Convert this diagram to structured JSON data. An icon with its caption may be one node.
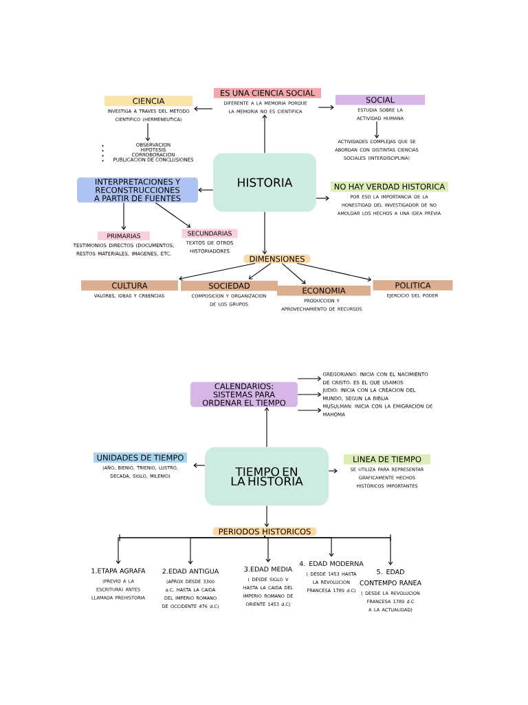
{
  "diagram": {
    "nodes": [
      {
        "text": [
          "HISTORIA"
        ]
      },
      {
        "text": [
          "ES UNA CIENCIA SOCIAL",
          "DIFERENTE A LA MEMORIA PORQUE LA MEMORIA NO ES CIENTIFICA"
        ]
      },
      {
        "text": [
          "CIENCIA",
          "INVESTIGA A TRAVES DEL METODO CIENTIFICO (HERMENEUTICA)"
        ]
      },
      {
        "text": [
          "OBSERVACION",
          "HIPOTESIS",
          "CORROBORACION",
          "PUBLICACION DE CONCLUSIONES"
        ]
      },
      {
        "text": [
          "SOCIAL",
          "ESTUDIA SOBRE LA ACTIVIDAD HUMANA"
        ]
      },
      {
        "text": [
          "ACTIVIDADES COMPLEJAS QUE SE ABORDAN CON DISTINTAS CIENCIAS SOCIALES (INTERDISCIPLINA)"
        ]
      },
      {
        "text": [
          "INTERPRETACIONES Y RECONSTRUCCIONES A PARTIR DE FUENTES"
        ]
      },
      {
        "text": [
          "NO HAY VERDAD HISTORICA",
          "POR ESO LA IMPORTANCIA DE LA HONESTIDAD DEL INVESTIGADOR DE NO AMOLDAR LOS HECHOS A UNA IDEA PREVIA"
        ]
      },
      {
        "text": [
          "PRIMARIAS",
          "TESTIMONIOS DIRECTOS (DOCUMENTOS, RESTOS MATERIALES, IMAGENES, ETC."
        ]
      },
      {
        "text": [
          "SECUNDARIAS",
          "TEXTOS DE OTROS HISTORIADORES"
        ]
      },
      {
        "text": [
          "DIMENSIONES"
        ]
      },
      {
        "text": [
          "CULTURA",
          "VALORES, IDEAS Y CREENCIAS"
        ]
      },
      {
        "text": [
          "SOCIEDAD",
          "COMPOSICION Y ORGANIZACION DE LOS GRUPOS"
        ]
      },
      {
        "text": [
          "ECONOMIA",
          "PRODUCCION Y APROVECHAMIENTO DE RECURSOS"
        ]
      },
      {
        "text": [
          "POLITICA",
          "EJERCICIO DEL PODER"
        ]
      },
      {
        "text": [
          "TIEMPO EN LA HISTORIA"
        ]
      },
      {
        "text": [
          "CALENDARIOS: SISTEMAS PARA ORDENAR EL TIEMPO"
        ]
      },
      {
        "text": [
          "GREGORIANO: INICIA CON EL NACIMIENTO DE CRISTO. ES EL QUE USAMOS"
        ]
      },
      {
        "text": [
          "JUDIO: INICIA CON LA CREACION DEL MUNDO, SEGUN LA BIBLIA"
        ]
      },
      {
        "text": [
          "MUSULMAN: INICIA CON LA EMIGRACION DE MAHOMA"
        ]
      },
      {
        "text": [
          "UNIDADES DE TIEMPO",
          "(AÑO, BIENIO, TRIENIO, LUSTRO, DECADA, SIGLO, MILENIO)"
        ]
      },
      {
        "text": [
          "LINEA DE TIEMPO",
          "SE UTILIZA PARA REPRESENTAR GRAFICAMENTE HECHOS HISTÓRICOS IMPORTANTES"
        ]
      },
      {
        "text": [
          "PERIODOS HISTORICOS"
        ]
      },
      {
        "text": [
          "1.ETAPA AGRAFA",
          "(PREVIO A LA ESCRITURA) ANTES LLAMADA PREHISTORIA"
        ]
      },
      {
        "text": [
          "2.EDAD ANTIGUA",
          "(APROX DESDE 3300 a.C. HASTA LA CAIDA DEL IMPERIO ROMANO DE OCCIDENTE 476 d.C)"
        ]
      },
      {
        "text": [
          "3.EDAD MEDIA",
          "( DESDE SIGLO V HASTA LA CAIDA DEL IMPERIO ROMANO DE ORIENTE 1453 d.C)"
        ]
      },
      {
        "text": [
          "4. EDAD MODERNA",
          "( DESDE 1453 HASTA LA REVOLUCION FRANCESA 1789 d.C)"
        ]
      },
      {
        "text": [
          "5. EDAD CONTEMPO RANEA",
          "( DESDE LA REVOLUCION FRANCESA 1789 d.C A LA ACTUALIDAD)"
        ]
      }
    ],
    "edges": [
      {
        "from": 0,
        "to": 1,
        "arrow": "to"
      },
      {
        "from": 1,
        "to": 2,
        "arrow": "to"
      },
      {
        "from": 1,
        "to": 4,
        "arrow": "to"
      },
      {
        "from": 2,
        "to": 3,
        "arrow": "to"
      },
      {
        "from": 4,
        "to": 5,
        "arrow": "to"
      },
      {
        "from": 0,
        "to": 6,
        "arrow": "to"
      },
      {
        "from": 0,
        "to": 7,
        "arrow": "to"
      },
      {
        "from": 6,
        "to": 8,
        "arrow": "to"
      },
      {
        "from": 6,
        "to": 9,
        "arrow": "to"
      },
      {
        "from": 0,
        "to": 10,
        "arrow": "to"
      },
      {
        "from": 10,
        "to": 11,
        "arrow": "to"
      },
      {
        "from": 10,
        "to": 12,
        "arrow": "to"
      },
      {
        "from": 10,
        "to": 13,
        "arrow": "to"
      },
      {
        "from": 10,
        "to": 14,
        "arrow": "to"
      },
      {
        "from": 15,
        "to": 16,
        "arrow": "to"
      },
      {
        "from": 16,
        "to": 17,
        "arrow": "to"
      },
      {
        "from": 16,
        "to": 18,
        "arrow": "to"
      },
      {
        "from": 16,
        "to": 19,
        "arrow": "to"
      },
      {
        "from": 15,
        "to": 20,
        "arrow": "to"
      },
      {
        "from": 15,
        "to": 21,
        "arrow": "to"
      },
      {
        "from": 15,
        "to": 22,
        "arrow": "to"
      },
      {
        "from": 22,
        "to": 23,
        "arrow": "to"
      },
      {
        "from": 22,
        "to": 24,
        "arrow": "to"
      },
      {
        "from": 22,
        "to": 25,
        "arrow": "to"
      },
      {
        "from": 22,
        "to": 26,
        "arrow": "to"
      },
      {
        "from": 22,
        "to": 27,
        "arrow": "to"
      }
    ]
  }
}
